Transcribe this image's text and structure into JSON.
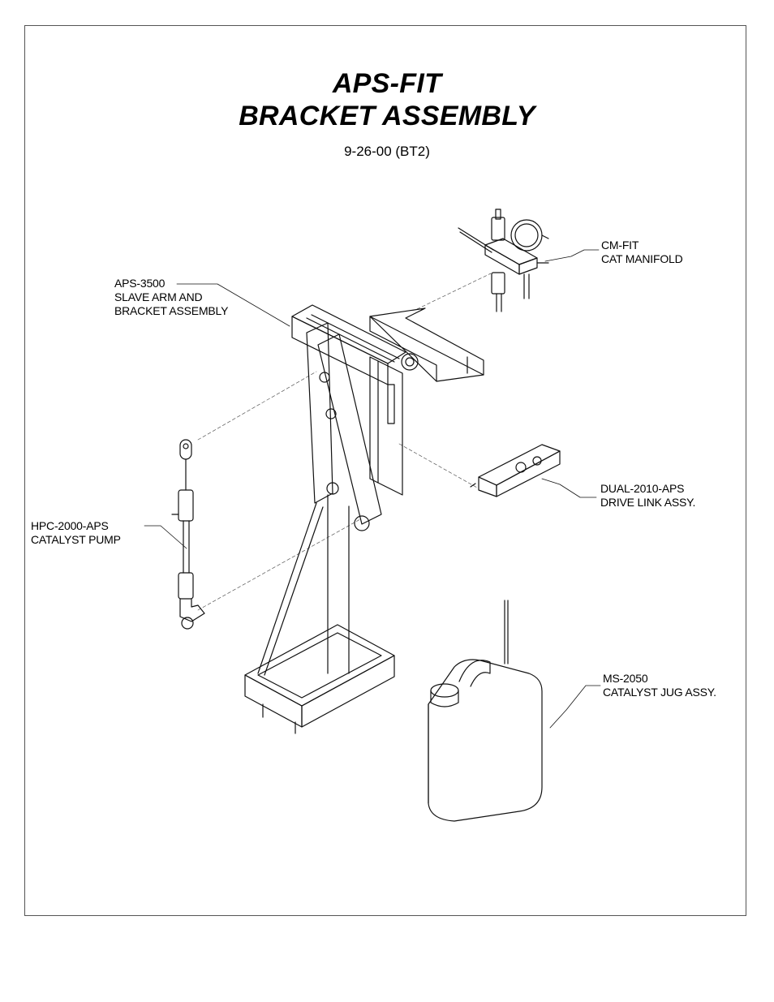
{
  "title_line1": "APS-FIT",
  "title_line2": "BRACKET ASSEMBLY",
  "subtitle": "9-26-00 (BT2)",
  "callouts": {
    "cm_fit": {
      "line1": "CM-FIT",
      "line2": "CAT MANIFOLD"
    },
    "aps_3500": {
      "line1": "APS-3500",
      "line2": "SLAVE ARM AND",
      "line3": "BRACKET ASSEMBLY"
    },
    "dual_2010": {
      "line1": "DUAL-2010-APS",
      "line2": "DRIVE LINK ASSY."
    },
    "hpc_2000": {
      "line1": "HPC-2000-APS",
      "line2": "CATALYST PUMP"
    },
    "ms_2050": {
      "line1": "MS-2050",
      "line2": "CATALYST JUG ASSY."
    }
  }
}
